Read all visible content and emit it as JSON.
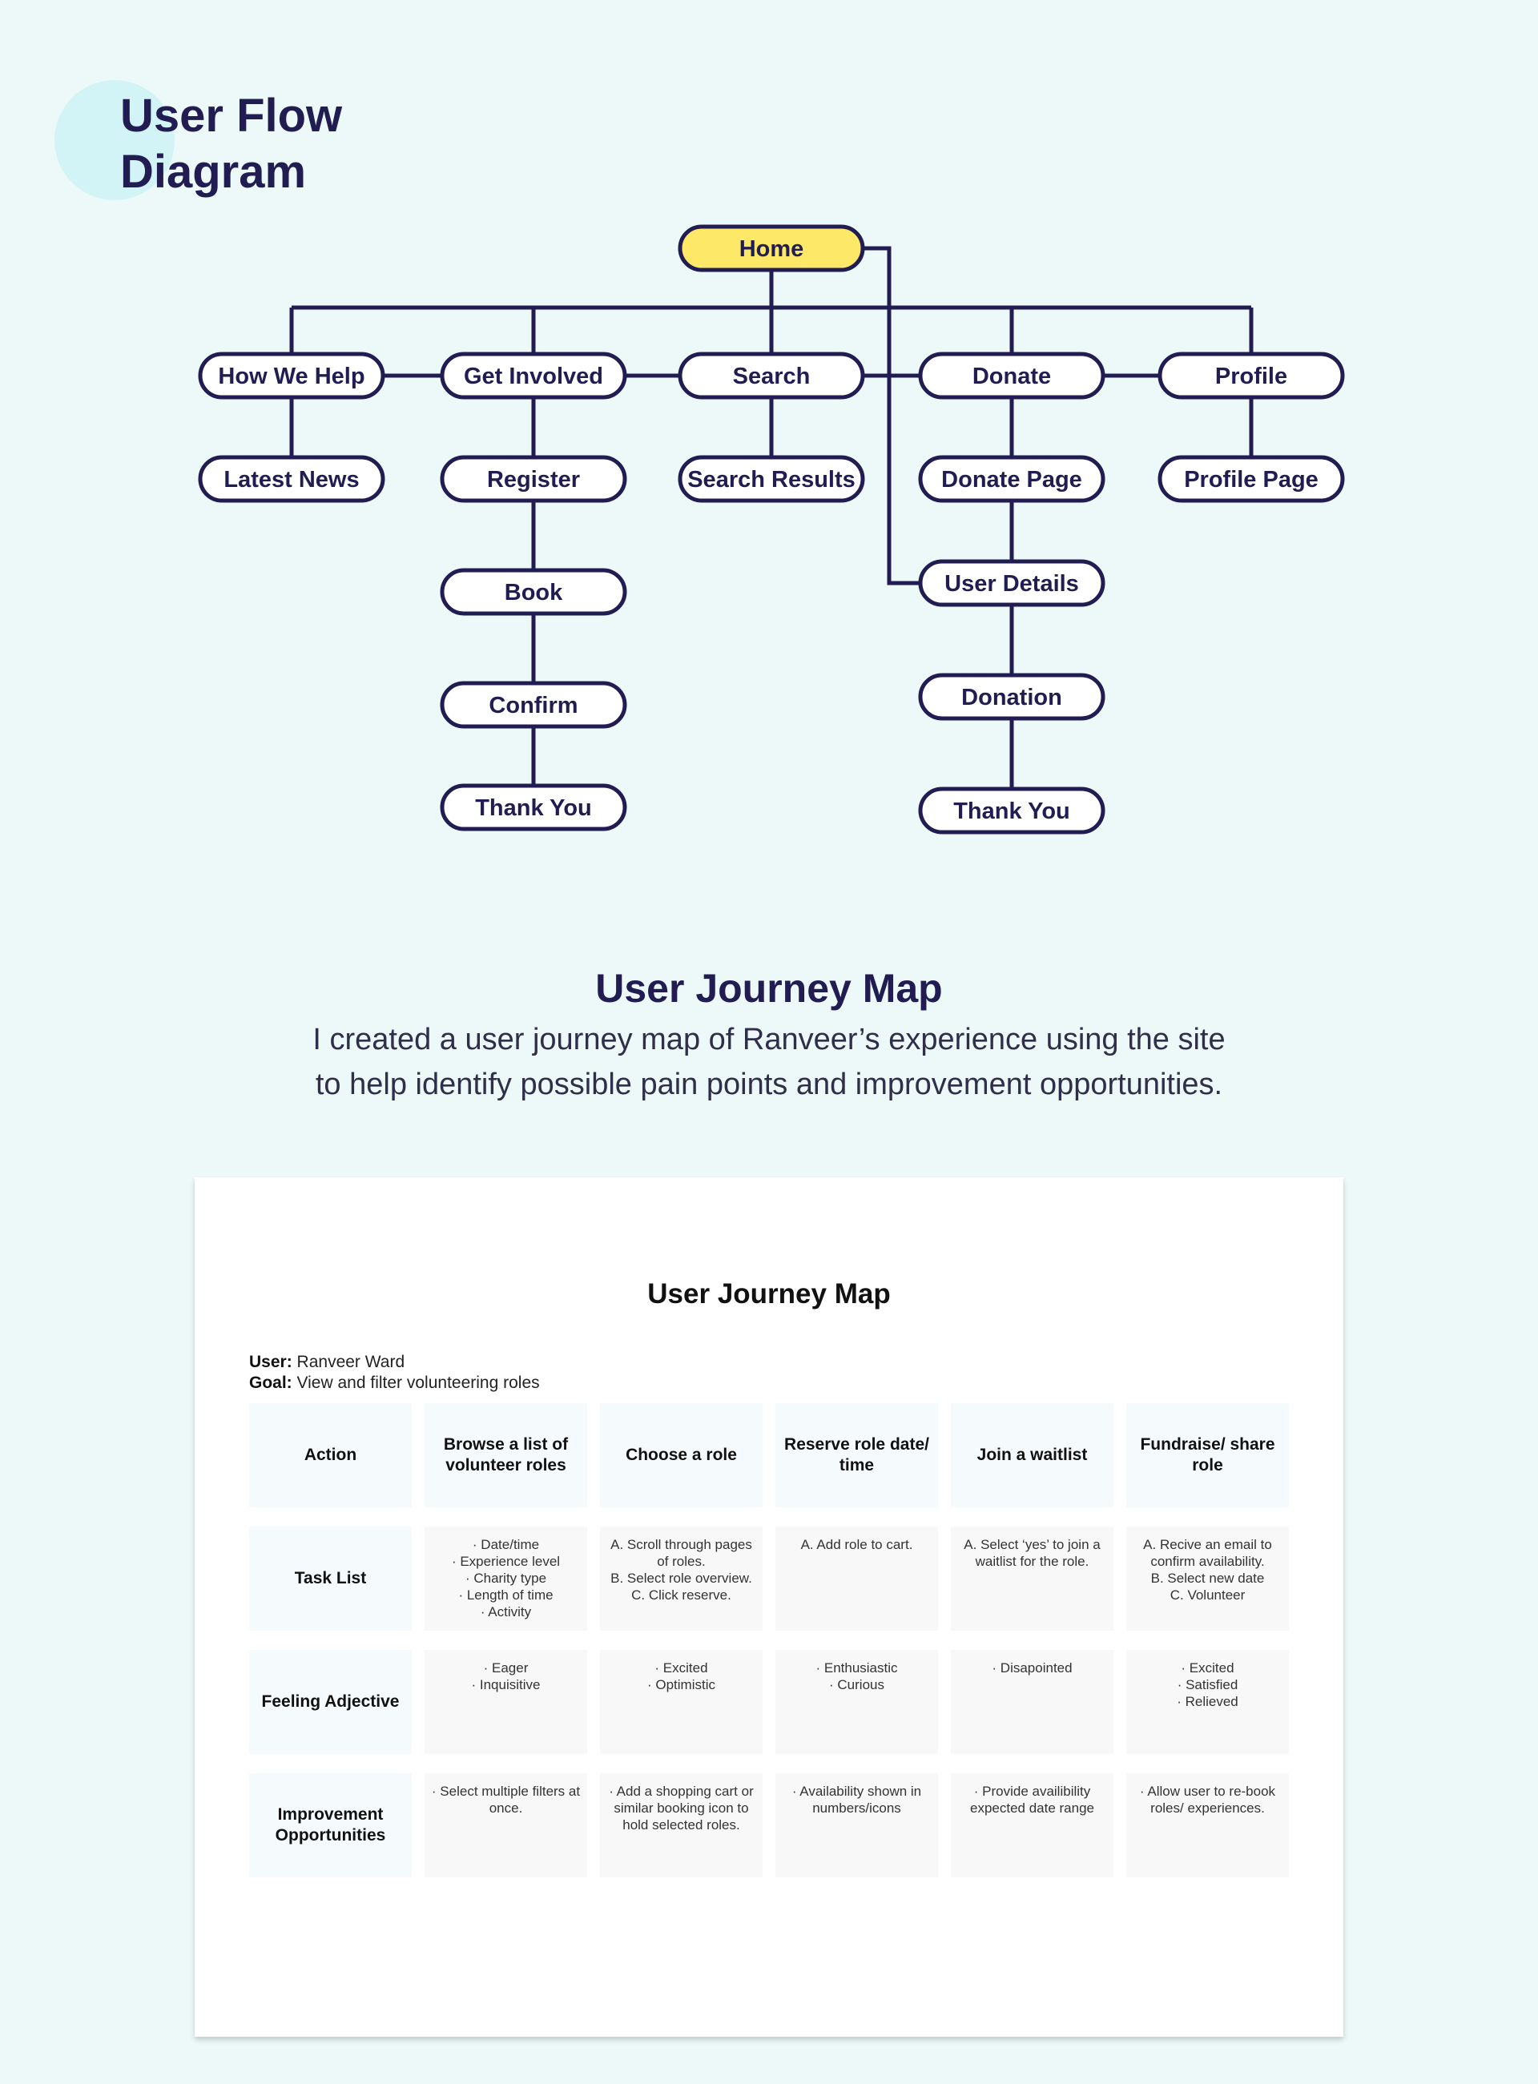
{
  "flow_title": [
    "User Flow",
    "Diagram"
  ],
  "flow": {
    "nodes": [
      {
        "id": "home",
        "label": "Home",
        "highlight": true
      },
      {
        "id": "how-we-help",
        "label": "How We Help"
      },
      {
        "id": "get-involved",
        "label": "Get Involved"
      },
      {
        "id": "search",
        "label": "Search"
      },
      {
        "id": "donate",
        "label": "Donate"
      },
      {
        "id": "profile",
        "label": "Profile"
      },
      {
        "id": "latest-news",
        "label": "Latest News"
      },
      {
        "id": "register",
        "label": "Register"
      },
      {
        "id": "search-results",
        "label": "Search Results"
      },
      {
        "id": "donate-page",
        "label": "Donate Page"
      },
      {
        "id": "profile-page",
        "label": "Profile Page"
      },
      {
        "id": "book",
        "label": "Book"
      },
      {
        "id": "user-details",
        "label": "User Details"
      },
      {
        "id": "confirm",
        "label": "Confirm"
      },
      {
        "id": "donation",
        "label": "Donation"
      },
      {
        "id": "thank-you-volunteer",
        "label": "Thank You"
      },
      {
        "id": "thank-you-donate",
        "label": "Thank You"
      }
    ],
    "edges": [
      [
        "home",
        "how-we-help"
      ],
      [
        "home",
        "get-involved"
      ],
      [
        "home",
        "search"
      ],
      [
        "home",
        "donate"
      ],
      [
        "home",
        "profile"
      ],
      [
        "how-we-help",
        "latest-news"
      ],
      [
        "get-involved",
        "register"
      ],
      [
        "search",
        "search-results"
      ],
      [
        "donate",
        "donate-page"
      ],
      [
        "profile",
        "profile-page"
      ],
      [
        "register",
        "book"
      ],
      [
        "book",
        "confirm"
      ],
      [
        "confirm",
        "thank-you-volunteer"
      ],
      [
        "donate-page",
        "user-details"
      ],
      [
        "home",
        "user-details"
      ],
      [
        "user-details",
        "donation"
      ],
      [
        "donation",
        "thank-you-donate"
      ]
    ],
    "colors": {
      "stroke": "#211d52",
      "highlight": "#fde868",
      "fill": "#ffffff"
    }
  },
  "journey": {
    "heading": "User Journey Map",
    "description": "I created a user journey map of Ranveer’s experience using the site to help identify possible pain points and improvement opportunities.",
    "card": {
      "title": "User Journey Map",
      "user_label": "User:",
      "user_value": "Ranveer Ward",
      "goal_label": "Goal:",
      "goal_value": "View and filter volunteering roles",
      "row_labels": [
        "Action",
        "Task List",
        "Feeling Adjective",
        "Improvement Opportunities"
      ],
      "actions": [
        "Browse a list of volunteer roles",
        "Choose a role",
        "Reserve role date/ time",
        "Join a waitlist",
        "Fundraise/ share role"
      ],
      "rows": [
        [
          [
            "· Date/time",
            "· Experience level",
            "· Charity type",
            "· Length of time",
            "· Activity"
          ],
          [
            "A. Scroll through pages of roles.",
            "B. Select role overview.",
            "C. Click reserve."
          ],
          [
            "A. Add role to cart."
          ],
          [
            "A. Select ‘yes’ to join a waitlist for the role."
          ],
          [
            "A. Recive an email to confirm availability.",
            "B. Select new date",
            "C. Volunteer"
          ]
        ],
        [
          [
            "· Eager",
            "· Inquisitive"
          ],
          [
            "· Excited",
            "· Optimistic"
          ],
          [
            "· Enthusiastic",
            "· Curious"
          ],
          [
            "· Disapointed"
          ],
          [
            "· Excited",
            "· Satisfied",
            "· Relieved"
          ]
        ],
        [
          [
            "· Select multiple filters at once."
          ],
          [
            "· Add a shopping cart or similar booking icon to hold selected roles."
          ],
          [
            "· Availability shown in numbers/icons"
          ],
          [
            "· Provide availibility expected date range"
          ],
          [
            "· Allow user to re-book roles/ experiences."
          ]
        ]
      ]
    }
  }
}
